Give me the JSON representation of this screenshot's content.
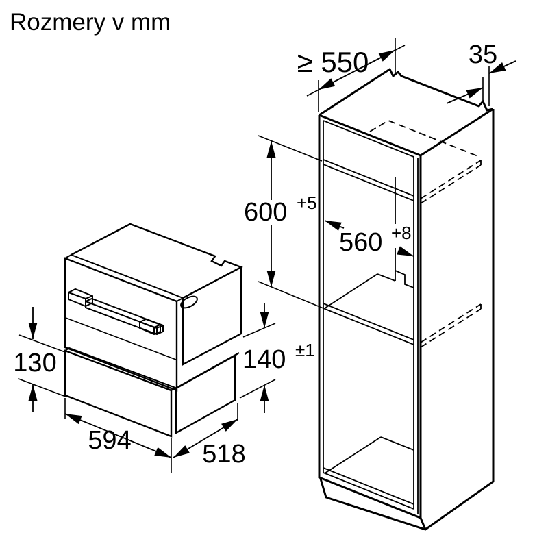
{
  "title": "Rozmery v mm",
  "dims": {
    "front_height": {
      "value": "130"
    },
    "drawer_niche_height": {
      "value": "140",
      "sup": "±1"
    },
    "width": {
      "value": "594"
    },
    "depth": {
      "value": "518"
    },
    "min_depth": {
      "value": "≥ 550"
    },
    "rear_strip": {
      "value": "35"
    },
    "niche_height": {
      "value": "600",
      "sup": "+5"
    },
    "niche_width": {
      "value": "560",
      "sup": "+8"
    }
  },
  "colors": {
    "line": "#000000",
    "drawer_fill": "#c6c6c6",
    "background": "#ffffff"
  }
}
